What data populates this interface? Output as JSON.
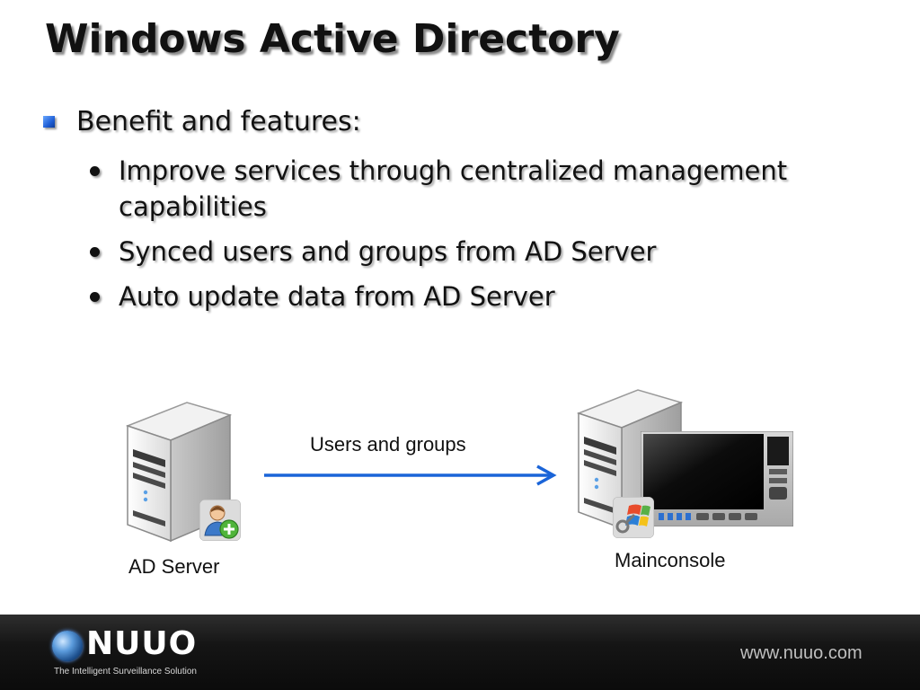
{
  "slide": {
    "title": "Windows Active Directory",
    "bullet": "Benefit and features:",
    "sub_bullets": [
      "Improve services through centralized management capabilities",
      "Synced users and groups from AD Server",
      "Auto update data from AD Server"
    ]
  },
  "diagram": {
    "arrow_label": "Users and groups",
    "left_label": "AD Server",
    "right_label": "Mainconsole",
    "arrow_color": "#1a64d8"
  },
  "footer": {
    "logo": "NUUO",
    "tagline": "The Intelligent Surveillance Solution",
    "url": "www.nuuo.com"
  },
  "icons": {
    "left_badge": "add-user-icon",
    "right_badge": "windows-key-icon"
  }
}
